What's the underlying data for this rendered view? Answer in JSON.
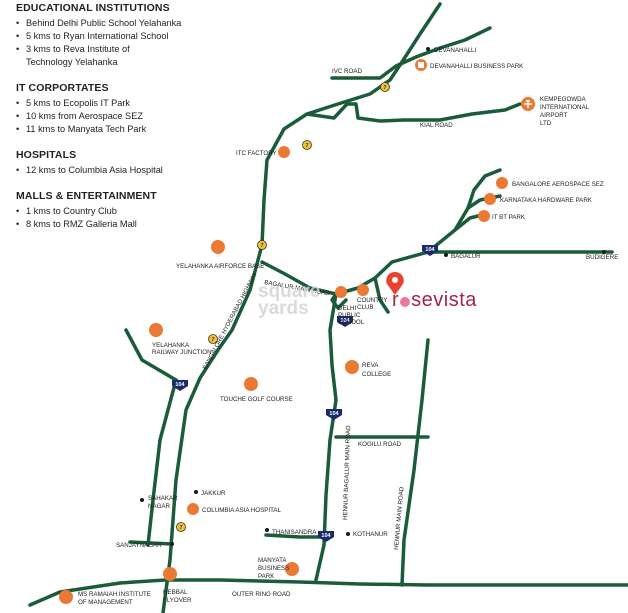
{
  "sections": [
    {
      "title": "EDUCATIONAL INSTITUTIONS",
      "items": [
        "Behind Delhi Public School Yelahanka",
        "5 kms to Ryan International School",
        "3 kms to Reva Institute of",
        "Technology Yelahanka"
      ]
    },
    {
      "title": "IT CORPORTATES",
      "items": [
        "5 kms to Ecopolis IT Park",
        "10 kms from Aerospace SEZ",
        "11 kms to Manyata Tech Park"
      ]
    },
    {
      "title": "HOSPITALS",
      "items": [
        "12 kms to Columbia Asia Hospital"
      ]
    },
    {
      "title": "MALLS & ENTERTAINMENT",
      "items": [
        "1 kms to Country Club",
        "8 kms to RMZ Galleria Mall"
      ]
    }
  ],
  "brand": {
    "prefix": "r",
    "suffix": "sevista"
  },
  "watermark": {
    "line1": "square",
    "line2": "yards"
  },
  "colors": {
    "road": "#1a5c3a",
    "accent": "#ea7a33",
    "brand": "#a4244a",
    "pin": "#e8432c",
    "text": "#222222"
  },
  "roads": {
    "ivc": "IVC ROAD",
    "kial": "KIAL ROAD",
    "bagalur_main": "BAGALUR MAIN ROAD",
    "hyderabad_hw": "BANGALORE HYDERABAD HIGHWAY",
    "hennur_bagalur": "HENNUR BAGALUR MAIN ROAD",
    "hennur_main": "HENNUR MAIN ROAD",
    "kogilu": "KOGILU ROAD",
    "outer_ring": "OUTER RING ROAD"
  },
  "shields": {
    "nh7": "7",
    "sh104": "104"
  },
  "places": {
    "devanahalli": "DEVANAHALLI",
    "devanahalli_bp": "DEVANAHALLI BUSINESS PARK",
    "airport_1": "KEMPEGOWDA",
    "airport_2": "INTERNATIONAL",
    "airport_3": "AIRPORT",
    "airport_4": "LTD",
    "itc": "ITC FACTORY",
    "aerospace": "BANGALORE AEROSPACE SEZ",
    "karnataka_hw": "KARNATAKA HARDWARE PARK",
    "itbt": "IT BT PARK",
    "bagalur": "BAGALUR",
    "budigere": "BUDIGERE",
    "air_force": "YELAHANKA AIRFORCE BASE",
    "country_1": "COUNTRY",
    "country_2": "CLUB",
    "dps_1": "DELHI",
    "dps_2": "PUBLIC",
    "dps_3": "SCHOOL",
    "yel_rail_1": "YELAHANKA",
    "yel_rail_2": "RAILWAY JUNCTION",
    "reva_1": "REVA",
    "reva_2": "COLLEGE",
    "touche": "TOUCHE GOLF COURSE",
    "jakkur": "JAKKUR",
    "sahakar_1": "SAHAKAR",
    "sahakar_2": "NAGAR",
    "columbia": "COLUMBIA ASIA HOSPITAL",
    "sanjay": "SANJAYNAGAR",
    "thanisandra": "THANISANDRA",
    "kothanur": "KOTHANUR",
    "manyata_1": "MANYATA",
    "manyata_2": "BUSINESS",
    "manyata_3": "PARK",
    "hebbal_1": "HEBBAL",
    "hebbal_2": "FLYOVER",
    "msr_1": "MS RAMAIAH INSTITUTE",
    "msr_2": "OF MANAGEMENT"
  }
}
